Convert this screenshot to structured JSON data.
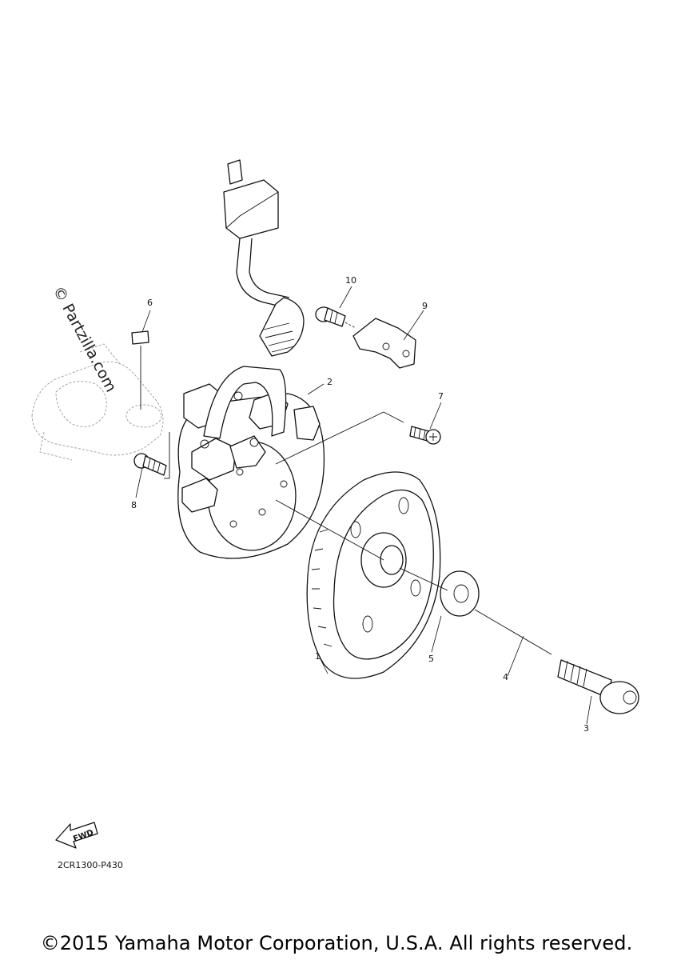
{
  "diagram": {
    "callouts": [
      {
        "id": "1",
        "label": "1"
      },
      {
        "id": "2",
        "label": "2"
      },
      {
        "id": "3",
        "label": "3"
      },
      {
        "id": "4",
        "label": "4"
      },
      {
        "id": "5",
        "label": "5"
      },
      {
        "id": "6",
        "label": "6"
      },
      {
        "id": "7",
        "label": "7"
      },
      {
        "id": "8",
        "label": "8"
      },
      {
        "id": "9",
        "label": "9"
      },
      {
        "id": "10",
        "label": "10"
      }
    ],
    "diagram_code": "2CR1300-P430",
    "fwd_label": "FWD"
  },
  "watermark": "© Partzilla.com",
  "copyright": "©2015 Yamaha Motor Corporation, U.S.A. All rights reserved."
}
